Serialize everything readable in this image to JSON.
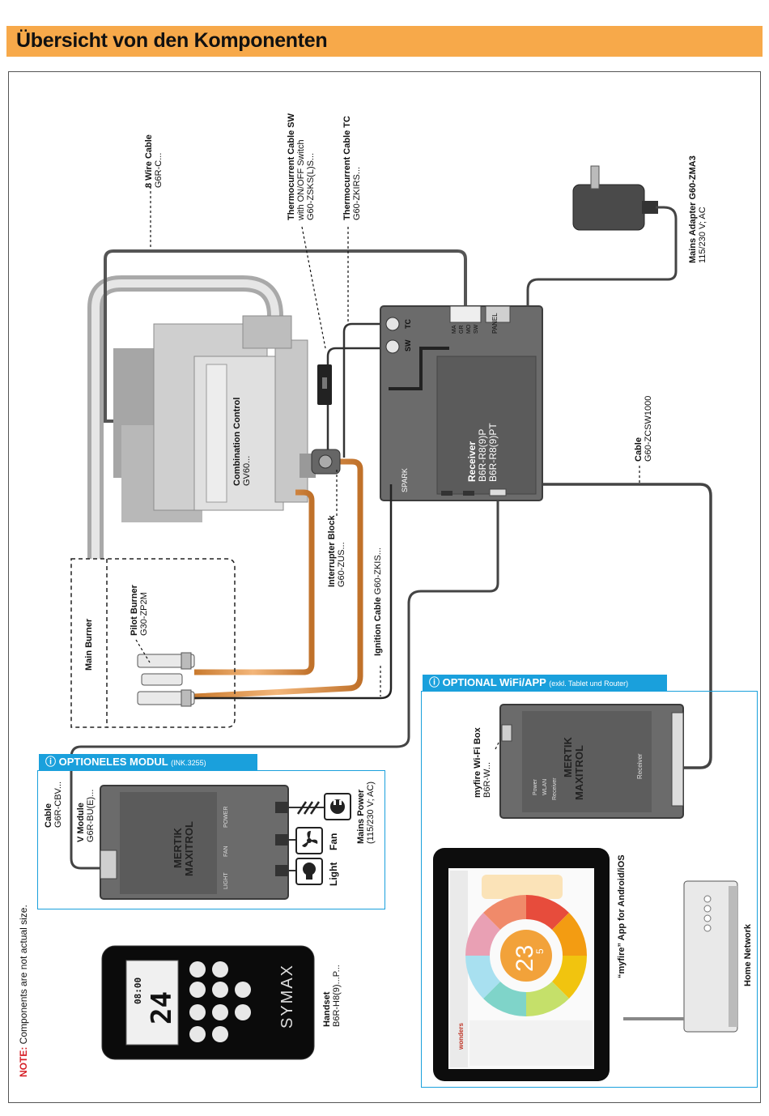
{
  "header": {
    "title": "Übersicht von den Komponenten",
    "color": "#f7a94a"
  },
  "accent": "#1aa0dc",
  "labels": {
    "wire8": {
      "name": "8 Wire Cable",
      "code": "G6R-C..."
    },
    "thermo_sw": {
      "name": "Thermocurrent Cable SW",
      "line2": "with ON/OFF Switch",
      "code": "G60-ZSKS(L)S..."
    },
    "thermo_tc": {
      "name": "Thermocurrent Cable TC",
      "code": "G60-ZKIRS..."
    },
    "mains_adapter": {
      "name": "Mains Adapter G60-ZMA3",
      "code": "115/230 V; AC"
    },
    "combination": {
      "name": "Combination Control",
      "code": "GV60..."
    },
    "receiver": {
      "name": "Receiver",
      "code1": "B6R-R8(9)P",
      "code2": "B6R-R8(9)PT"
    },
    "cable": {
      "name": "Cable",
      "code": "G60-ZCSW1000"
    },
    "interrupter": {
      "name": "Interrupter Block",
      "code": "G60-ZUS..."
    },
    "ignition": {
      "name": "Ignition Cable",
      "code": "G60-ZKIS..."
    },
    "main_burner": {
      "name": "Main Burner"
    },
    "pilot_burner": {
      "name": "Pilot Burner",
      "code": "G30-ZP2M"
    },
    "cable_cbv": {
      "name": "Cable",
      "code": "G6R-CBV..."
    },
    "v_module": {
      "name": "V Module",
      "code": "G6R-BU(E)..."
    },
    "mains_power": {
      "name": "Mains Power",
      "code": "(115/230 V; AC)"
    },
    "fan": {
      "name": "Fan"
    },
    "light": {
      "name": "Light"
    },
    "wifi_box": {
      "name": "myfire Wi-Fi Box",
      "code": "B6R-W..."
    },
    "app": {
      "name": "“myfire” App for Android/iOS"
    },
    "home_network": {
      "name": "Home Network"
    },
    "handset": {
      "name": "Handset",
      "code": "B6R-H8(9)...P..."
    }
  },
  "receiver_ports": {
    "tc": "TC",
    "sw": "SW",
    "spark": "SPARK",
    "panel": "PANEL",
    "pins": [
      "MA",
      "GR",
      "MO",
      "SW"
    ]
  },
  "optional_wifi": {
    "title": "OPTIONAL WiFi/APP",
    "note": "(exkl. Tablet und Router)"
  },
  "optional_module": {
    "title": "OPTIONELES MODUL",
    "note": "(INK.3255)"
  },
  "vmodule_device": {
    "brand1": "MERTIK",
    "brand2": "MAXITROL",
    "power": "POWER",
    "fan": "FAN",
    "light": "LIGHT"
  },
  "wifi_device": {
    "brand1": "MERTIK",
    "brand2": "MAXITROL",
    "receiver": "Receiver",
    "leds": [
      "Power",
      "WLAN",
      "Receiver"
    ]
  },
  "handset_device": {
    "time": "08:00",
    "temp": "24",
    "brand": "SYMAX"
  },
  "tablet": {
    "temp": "23",
    "decimal": "5",
    "brand": "wonders"
  },
  "note": {
    "prefix": "NOTE:",
    "text": " Components are not actual size."
  }
}
